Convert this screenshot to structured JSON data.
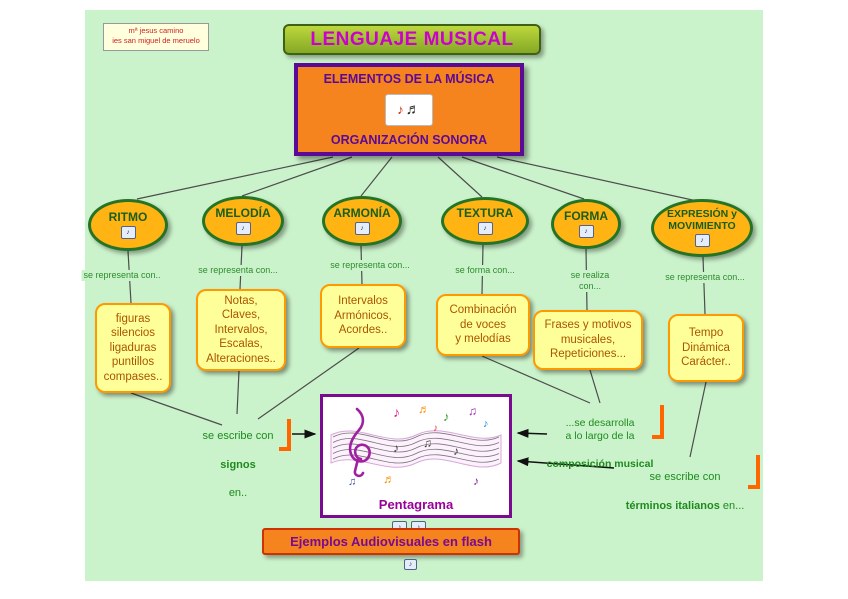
{
  "palette": {
    "canvas_green": "#cbf3cb",
    "node_orange": "#ffb414",
    "node_border_green": "#267326",
    "box_yellow": "#ffff99",
    "box_border_orange": "#ff9900",
    "main_orange": "#f5831e",
    "purple": "#5a0a96",
    "magenta_title": "#cc00cc",
    "link_green": "#2e8b2e",
    "bracket_orange": "#ff6600"
  },
  "icons": {
    "resource_glyph": "♪"
  },
  "author": {
    "line1": "mª jesus camino",
    "line2": "ies san miguel de meruelo"
  },
  "title": "LENGUAJE MUSICAL",
  "main_box": {
    "top_label": "ELEMENTOS DE LA MÚSICA",
    "bottom_label": "ORGANIZACIÓN SONORA"
  },
  "branches": [
    {
      "label": "RITMO",
      "link": "se representa con..",
      "content": "figuras\nsilencios\nligaduras\npuntillos\ncompases.."
    },
    {
      "label": "MELODÍA",
      "link": "se representa con...",
      "content": "Notas,\nClaves,\nIntervalos,\nEscalas,\nAlteraciones.."
    },
    {
      "label": "ARMONÍA",
      "link": "se representa con...",
      "content": "Intervalos\nArmónicos,\nAcordes.."
    },
    {
      "label": "TEXTURA",
      "link": "se forma con...",
      "content": "Combinación\nde voces\ny melodías"
    },
    {
      "label": "FORMA",
      "link": "se realiza\ncon...",
      "content": "Frases y motivos\nmusicales,\nRepeticiones..."
    },
    {
      "label": "EXPRESIÓN y\nMOVIMIENTO",
      "link": "se representa con...",
      "content": "Tempo\nDinámica\nCarácter.."
    }
  ],
  "annotations": {
    "signos": {
      "pre": "se escribe con",
      "bold": "signos",
      "post": "en.."
    },
    "desarrollo": {
      "pre": "...se desarrolla\na lo largo de la",
      "bold": "composición musical"
    },
    "terminos": {
      "pre": "se escribe con",
      "bold": "términos italianos",
      "post": "en..."
    }
  },
  "pentagrama": {
    "label": "Pentagrama"
  },
  "footer": {
    "label": "Ejemplos Audiovisuales en flash"
  }
}
